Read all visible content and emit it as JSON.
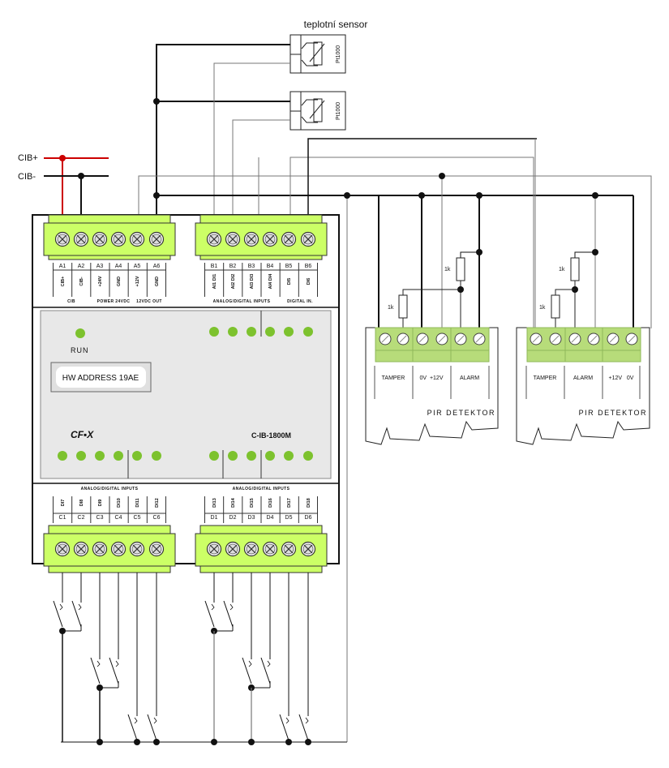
{
  "title": "teplotní sensor",
  "bus": {
    "plus_label": "CIB+",
    "minus_label": "CIB-",
    "plus_color": "#cc0000"
  },
  "sensors": [
    {
      "type": "Pt1000",
      "label": "Pt1000"
    },
    {
      "type": "Pt1000",
      "label": "Pt1000"
    }
  ],
  "module": {
    "name": "C-IB-1800M",
    "brand": "CF▪X",
    "hw_address": "HW ADDRESS 19AE",
    "run_label": "RUN",
    "led_color": "#7dc22e",
    "terminal_color": "#ccff66",
    "panel_color": "#e8e8e8",
    "top_left_terminals": [
      "A1",
      "A2",
      "A3",
      "A4",
      "A5",
      "A6"
    ],
    "top_left_functions": [
      "CIB+",
      "CIB-",
      "+24V",
      "GND",
      "+12V",
      "GND"
    ],
    "top_left_groups": [
      "CIB",
      "POWER 24VDC",
      "12VDC OUT"
    ],
    "top_right_terminals": [
      "B1",
      "B2",
      "B3",
      "B4",
      "B5",
      "B6"
    ],
    "top_right_functions": [
      "AI1 DI1",
      "AI2 DI2",
      "AI3 DI3",
      "AI4 DI4",
      "DI5",
      "DI6"
    ],
    "top_right_groups": [
      "ANALOG/DIGITAL INPUTS",
      "DIGITAL IN."
    ],
    "bottom_left_group": "ANALOG/DIGITAL INPUTS",
    "bottom_left_terminals": [
      "C1",
      "C2",
      "C3",
      "C4",
      "C5",
      "C6"
    ],
    "bottom_left_functions": [
      "DI7",
      "DI8",
      "DI9",
      "DI10",
      "DI11",
      "DI12"
    ],
    "bottom_right_group": "ANALOG/DIGITAL INPUTS",
    "bottom_right_terminals": [
      "D1",
      "D2",
      "D3",
      "D4",
      "D5",
      "D6"
    ],
    "bottom_right_functions": [
      "DI13",
      "DI14",
      "DI15",
      "DI16",
      "DI17",
      "DI18"
    ]
  },
  "detectors": [
    {
      "title": "PIR DETEKTOR",
      "groups": [
        "TAMPER",
        "0V  +12V",
        "ALARM"
      ],
      "resistors": [
        "1k",
        "1k"
      ]
    },
    {
      "title": "PIR DETEKTOR",
      "groups": [
        "TAMPER",
        "ALARM",
        "+12V   0V"
      ],
      "resistors": [
        "1k",
        "1k"
      ]
    }
  ]
}
